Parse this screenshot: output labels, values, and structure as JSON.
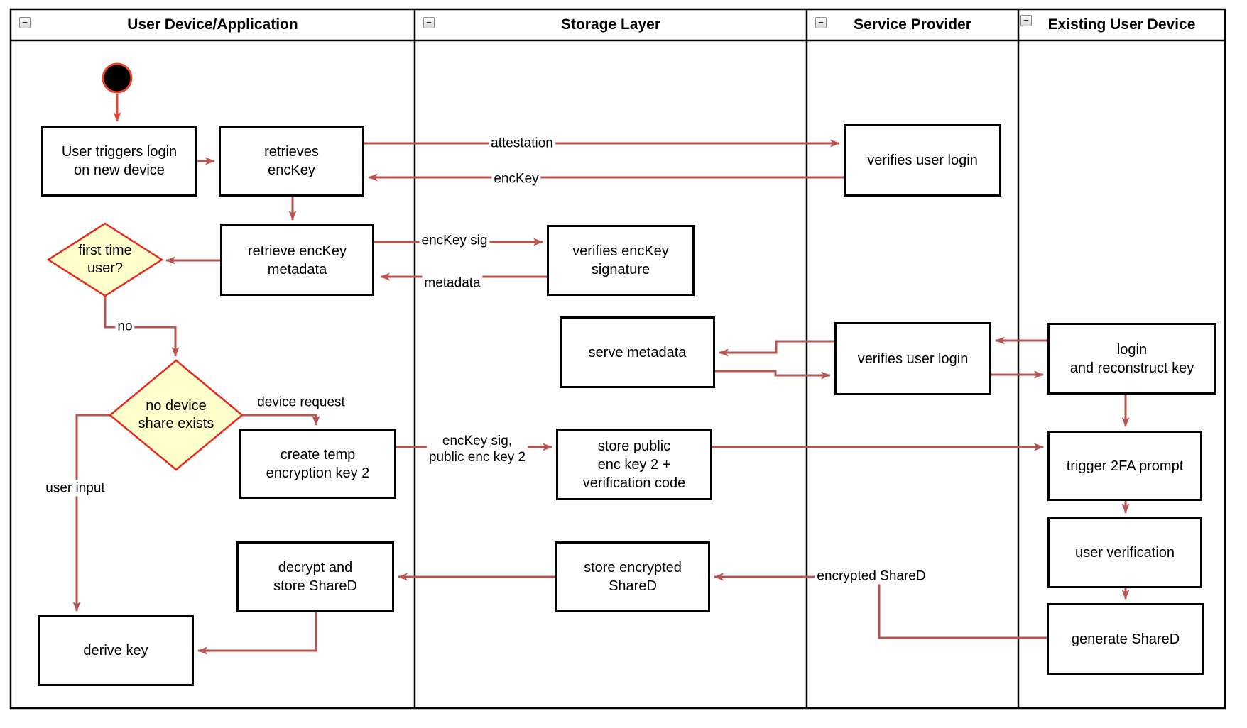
{
  "ui": {
    "collapse_glyph": "−"
  },
  "lanes": [
    {
      "title": "User Device/Application"
    },
    {
      "title": "Storage Layer"
    },
    {
      "title": "Service Provider"
    },
    {
      "title": "Existing User Device"
    }
  ],
  "nodes": {
    "user_triggers": {
      "label": "User triggers login\non new device"
    },
    "retrieves_enckey": {
      "label": "retrieves\nencKey"
    },
    "verifies_user_login_1": {
      "label": "verifies user login"
    },
    "retrieve_metadata": {
      "label": "retrieve encKey\nmetadata"
    },
    "verifies_signature": {
      "label": "verifies encKey\nsignature"
    },
    "serve_metadata": {
      "label": "serve metadata"
    },
    "verifies_user_login_2": {
      "label": "verifies user login"
    },
    "login_reconstruct": {
      "label": "login\nand reconstruct key"
    },
    "create_temp": {
      "label": "create temp\nencryption key 2"
    },
    "store_public": {
      "label": "store public\nenc key 2 +\nverification code"
    },
    "trigger_2fa": {
      "label": "trigger 2FA prompt"
    },
    "user_verification": {
      "label": "user verification"
    },
    "generate_shared": {
      "label": "generate ShareD"
    },
    "store_encrypted": {
      "label": "store encrypted\nShareD"
    },
    "decrypt_store": {
      "label": "decrypt and\nstore ShareD"
    },
    "derive_key": {
      "label": "derive key"
    }
  },
  "decisions": {
    "first_time_user": {
      "label": "first time\nuser?"
    },
    "no_device_share": {
      "label": "no device\nshare exists"
    }
  },
  "edge_labels": {
    "attestation": "attestation",
    "enckey": "encKey",
    "enckey_sig": "encKey sig",
    "metadata": "metadata",
    "no": "no",
    "device_request": "device request",
    "enckey_sig_public": "encKey sig,\npublic enc key 2",
    "encrypted_shared": "encrypted ShareD",
    "user_input": "user input"
  },
  "colors": {
    "flow_arrow": "#b85450",
    "start_arrow": "#e8432d",
    "decision_fill": "#ffffcc",
    "decision_stroke": "#e8281e",
    "node_stroke": "#000000"
  }
}
